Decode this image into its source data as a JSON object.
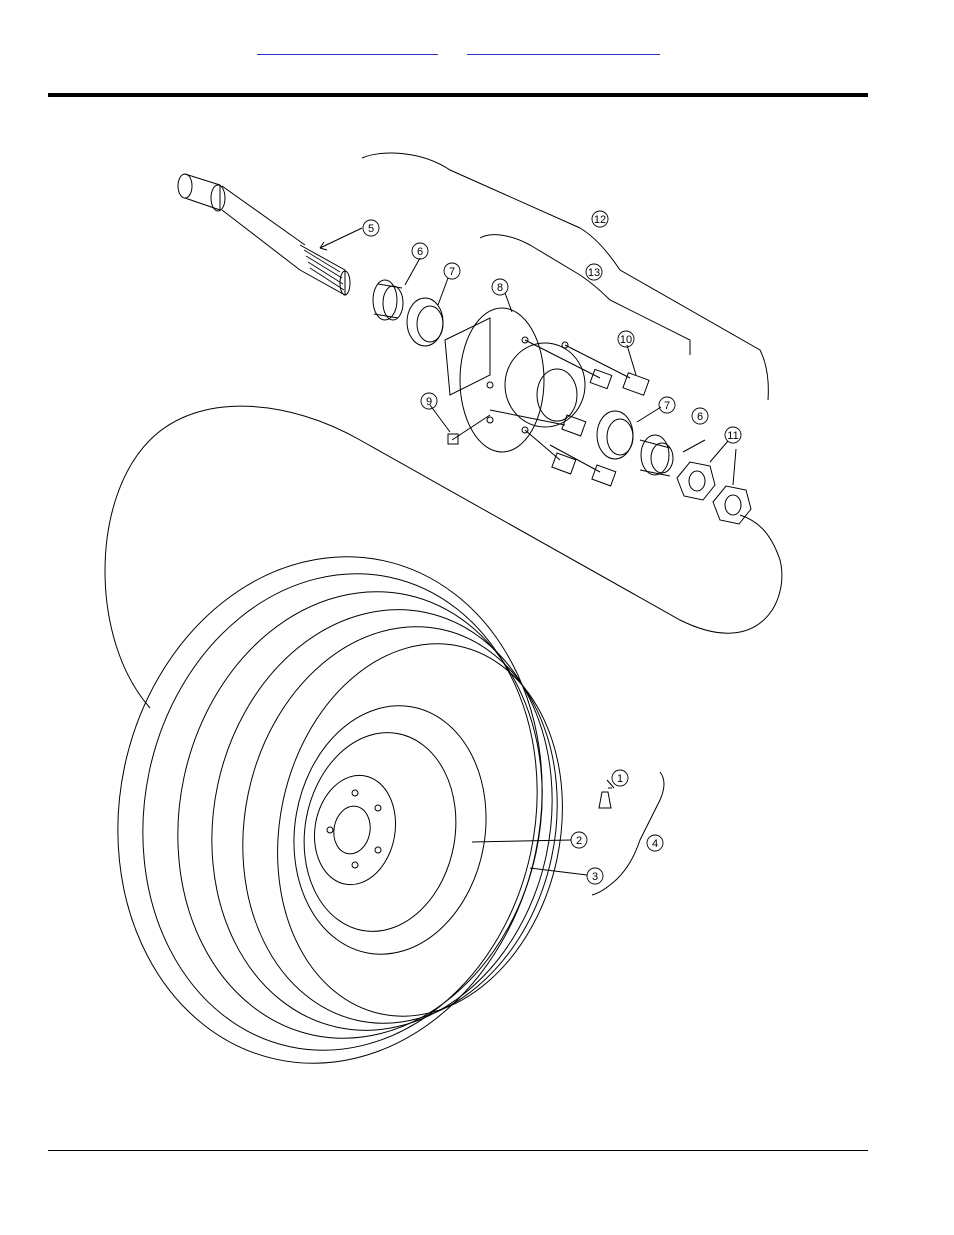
{
  "header": {
    "links": [
      {
        "label": ""
      },
      {
        "label": ""
      }
    ]
  },
  "callouts": [
    "1",
    "2",
    "3",
    "4",
    "5",
    "6",
    "7",
    "8",
    "9",
    "10",
    "11",
    "12",
    "13",
    "6",
    "7",
    "11"
  ],
  "colors": {
    "line": "#000000",
    "link": "#2a35c8"
  }
}
